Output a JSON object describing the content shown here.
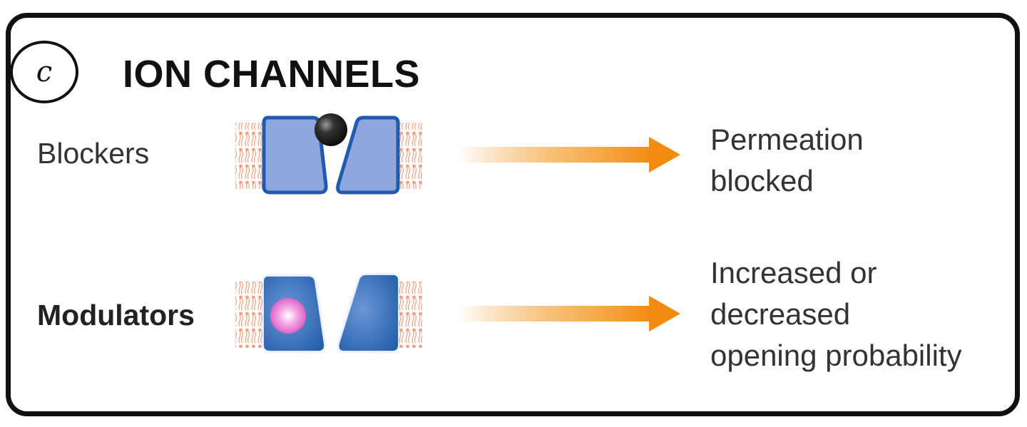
{
  "panel": {
    "badge_letter": "c",
    "title": "ION CHANNELS"
  },
  "rows": [
    {
      "label": "Blockers",
      "outcome_lines": [
        "Permeation",
        "blocked"
      ]
    },
    {
      "label": "Modulators",
      "outcome_lines": [
        "Increased or",
        "decreased",
        "opening probability"
      ]
    }
  ],
  "colors": {
    "channel_fill": "#8ea6dc",
    "channel_border": "#1f5bb0",
    "modulator_fill": "#2f6fbd",
    "membrane_lipid": "#f0a080",
    "arrow": "#f28c10",
    "blocker_ball": "#222222",
    "modulator_ball": "#e878d0"
  }
}
